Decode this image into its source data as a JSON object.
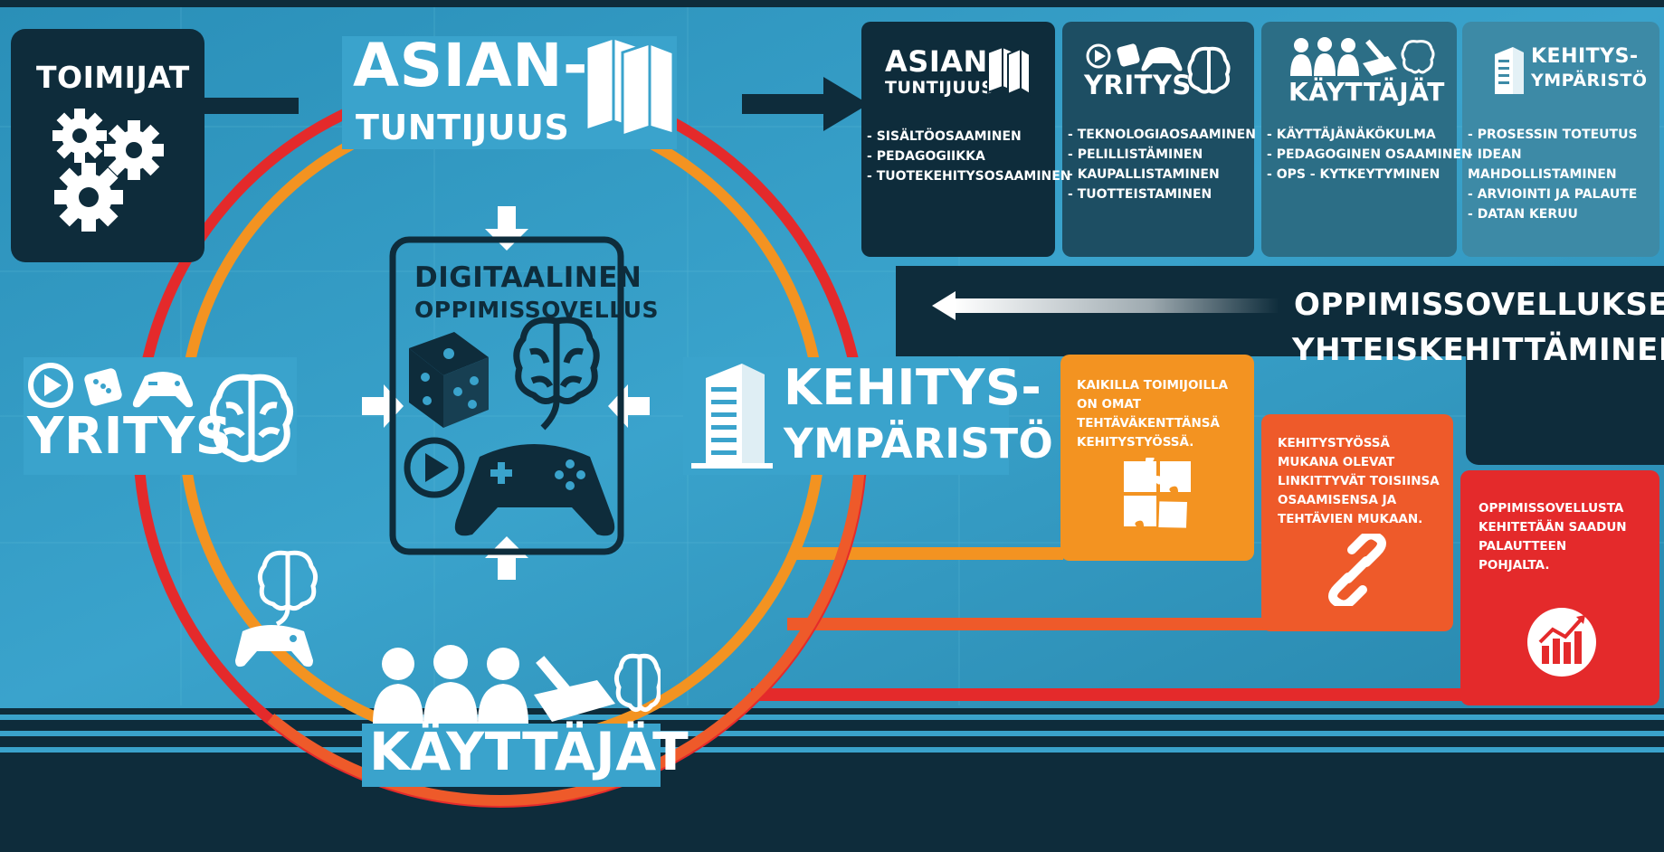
{
  "toimijat_label": "TOIMIJAT",
  "circle": {
    "top": {
      "line1": "ASIAN-",
      "line2": "TUNTIJUUS"
    },
    "left": {
      "label": "YRITYS"
    },
    "right": {
      "line1": "KEHITYS-",
      "line2": "YMPÄRISTÖ"
    },
    "bottom": {
      "label": "KÄYTTÄJÄT"
    },
    "center": {
      "line1": "DIGITAALINEN",
      "line2": "OPPIMISSOVELLUS"
    }
  },
  "panels": [
    {
      "line1": "ASIAN-",
      "line2": "TUNTIJUUS",
      "color": "#0e2c3b",
      "items": [
        "SISÄLTÖOSAAMINEN",
        "PEDAGOGIIKKA",
        "TUOTEKEHITYSOSAAMINEN"
      ]
    },
    {
      "line1": "YRITYS",
      "line2": "",
      "color": "#1d4e63",
      "items": [
        "TEKNOLOGIAOSAAMINEN",
        "PELILLISTÄMINEN",
        "KAUPALLISTAMINEN",
        "TUOTTEISTAMINEN"
      ]
    },
    {
      "line1": "KÄYTTÄJÄT",
      "line2": "",
      "color": "#2c6e86",
      "items": [
        "KÄYTTÄJÄNÄKÖKULMA",
        "PEDAGOGINEN OSAAMINEN",
        "OPS - KYTKEYTYMINEN"
      ]
    },
    {
      "line1": "KEHITYS-",
      "line2": "YMPÄRISTÖ",
      "color": "#3d8aa6",
      "items": [
        "PROSESSIN TOTEUTUS",
        "IDEAN MAHDOLLISTAMINEN",
        "ARVIOINTI JA PALAUTE",
        "DATAN KERUU"
      ]
    }
  ],
  "cokehitys": {
    "line1": "OPPIMISSOVELLUKSEN",
    "line2": "YHTEISKEHITTÄMINEN"
  },
  "boxes": [
    {
      "text": "KAIKILLA TOIMIJOILLA ON OMAT TEHTÄVÄKENTTÄNSÄ KEHITYSTYÖSSÄ.",
      "color": "#f39321",
      "icon": "puzzle-icon"
    },
    {
      "text": "KEHITYSTYÖSSÄ MUKANA OLEVAT LINKITTYVÄT TOISIINSA OSAAMISENSA JA TEHTÄVIEN MUKAAN.",
      "color": "#ee5a2a",
      "icon": "link-icon"
    },
    {
      "text": "OPPIMISSOVELLUSTA KEHITETÄÄN SAADUN PALAUTTEEN POHJALTA.",
      "color": "#e42a2b",
      "icon": "chart-icon"
    }
  ]
}
